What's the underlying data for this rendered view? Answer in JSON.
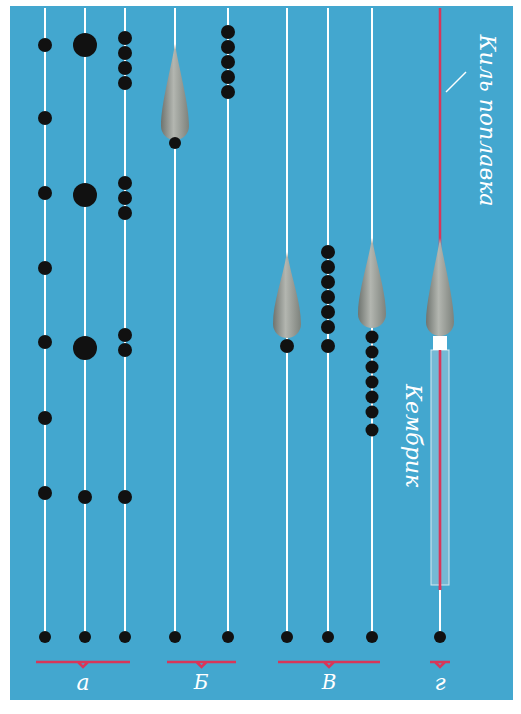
{
  "diagram": {
    "labels": [
      "а",
      "Б",
      "В",
      "г",
      "Киль поплавка",
      "Кембрик"
    ]
  }
}
